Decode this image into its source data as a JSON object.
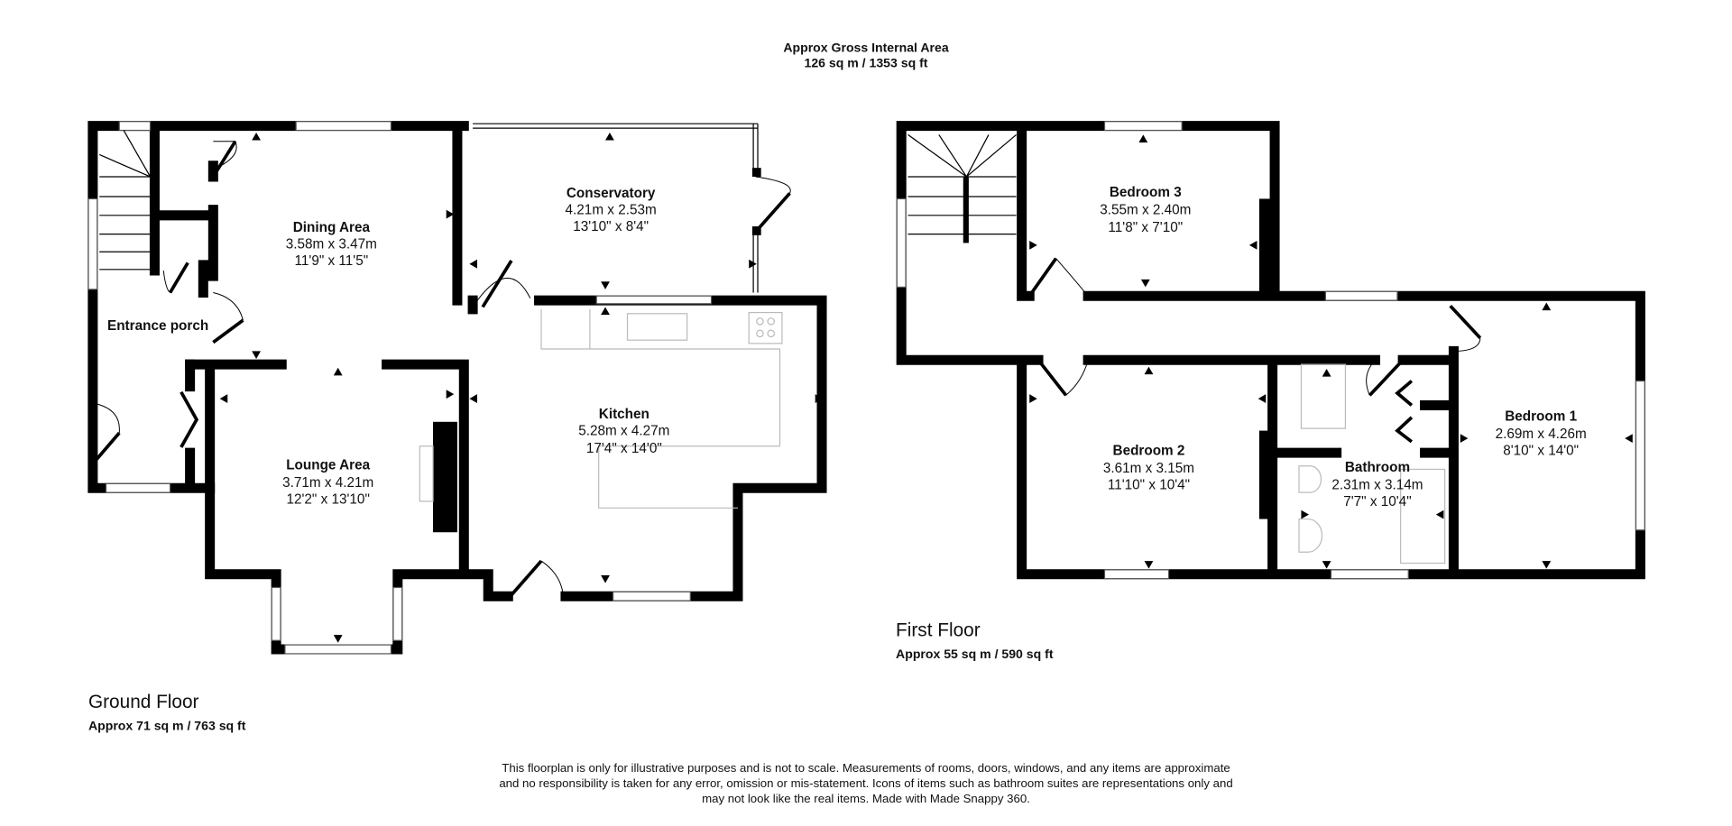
{
  "header": {
    "title": "Approx Gross Internal Area",
    "area": "126 sq m / 1353 sq ft"
  },
  "ground_floor": {
    "label": "Ground Floor",
    "area": "Approx 71 sq m / 763 sq ft",
    "rooms": [
      {
        "name": "Dining Area",
        "metric": "3.58m x 3.47m",
        "imperial": "11'9\" x 11'5\""
      },
      {
        "name": "Conservatory",
        "metric": "4.21m x 2.53m",
        "imperial": "13'10\" x 8'4\""
      },
      {
        "name": "Entrance porch"
      },
      {
        "name": "Lounge Area",
        "metric": "3.71m x 4.21m",
        "imperial": "12'2\" x 13'10\""
      },
      {
        "name": "Kitchen",
        "metric": "5.28m x 4.27m",
        "imperial": "17'4\" x 14'0\""
      }
    ]
  },
  "first_floor": {
    "label": "First Floor",
    "area": "Approx 55 sq m / 590 sq ft",
    "rooms": [
      {
        "name": "Bedroom 3",
        "metric": "3.55m x 2.40m",
        "imperial": "11'8\" x 7'10\""
      },
      {
        "name": "Bedroom 2",
        "metric": "3.61m x 3.15m",
        "imperial": "11'10\" x 10'4\""
      },
      {
        "name": "Bathroom",
        "metric": "2.31m x 3.14m",
        "imperial": "7'7\" x 10'4\""
      },
      {
        "name": "Bedroom 1",
        "metric": "2.69m x 4.26m",
        "imperial": "8'10\" x 14'0\""
      }
    ]
  },
  "disclaimer": [
    "This floorplan is only for illustrative purposes and is not to scale. Measurements of rooms, doors, windows, and any items are approximate",
    "and no responsibility is taken for any error, omission or mis-statement. Icons of items such as bathroom suites are representations only and",
    "may not look like the real items. Made with Made Snappy 360."
  ],
  "colors": {
    "wall": "#000000",
    "fixture": "#bbbbbb",
    "background": "#ffffff"
  }
}
